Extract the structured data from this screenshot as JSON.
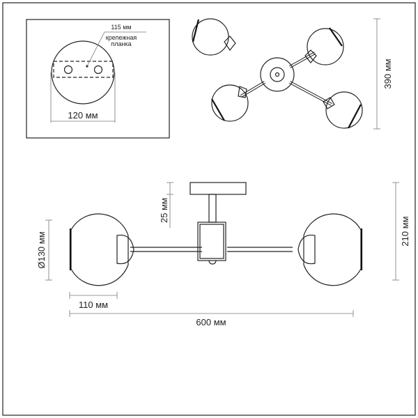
{
  "mounting_detail": {
    "plate_label_size": "115 мм",
    "plate_label_line1": "крепежная",
    "plate_label_line2": "планка",
    "canopy_diameter": "120 мм"
  },
  "top_view": {
    "height_dimension": "390 мм"
  },
  "front_view": {
    "canopy_offset": "25 мм",
    "shade_diameter": "Ø130 мм",
    "total_height": "210 мм",
    "shade_length": "110 мм",
    "total_width": "600 мм"
  }
}
